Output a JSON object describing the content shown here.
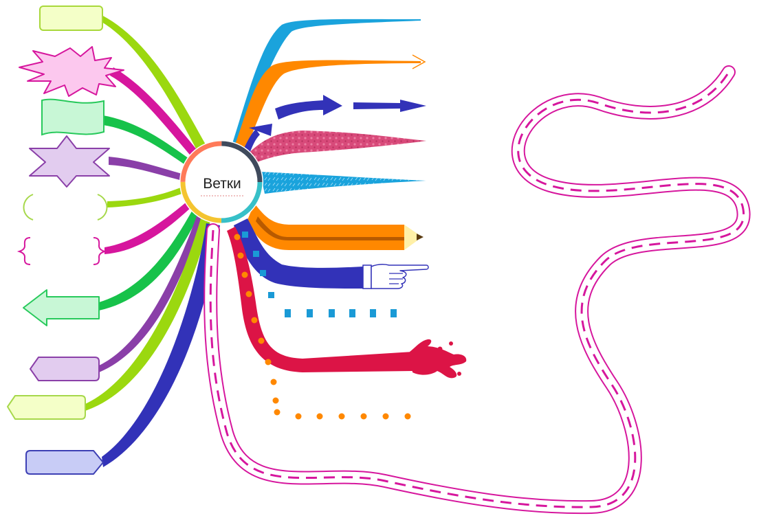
{
  "central_topic": {
    "label": "Ветки",
    "ring_colors": [
      "#37c0c8",
      "#f4c430",
      "#ff7a59",
      "#3f4a5c"
    ]
  },
  "left_nodes": [
    {
      "name": "rounded-rectangle-node",
      "shape": "rounded-rectangle",
      "fill": "#f4ffc8",
      "stroke": "#a8d83a",
      "branch_color": "#9bd80f"
    },
    {
      "name": "starburst-node",
      "shape": "starburst",
      "fill": "#fcc8ee",
      "stroke": "#d6169d",
      "branch_color": "#d6169d"
    },
    {
      "name": "wave-flag-node",
      "shape": "wave-flag",
      "fill": "#c8f7d6",
      "stroke": "#27c95b",
      "branch_color": "#17c24a"
    },
    {
      "name": "hexagram-node",
      "shape": "six-point-star",
      "fill": "#e2ccef",
      "stroke": "#8a3fa8",
      "branch_color": "#8a3fa8"
    },
    {
      "name": "parentheses-node",
      "shape": "parentheses",
      "fill": "none",
      "stroke": "#a6d84a",
      "branch_color": "#9bd80f"
    },
    {
      "name": "curly-braces-node",
      "shape": "curly-braces",
      "fill": "none",
      "stroke": "#d6169d",
      "branch_color": "#d6169d"
    },
    {
      "name": "left-arrow-node",
      "shape": "left-arrow",
      "fill": "#c8f7d6",
      "stroke": "#27c95b",
      "branch_color": "#17c24a"
    },
    {
      "name": "left-pointer-violet-node",
      "shape": "left-pointer",
      "fill": "#e2ccef",
      "stroke": "#8a3fa8",
      "branch_color": "#8a3fa8"
    },
    {
      "name": "left-pointer-lime-node",
      "shape": "left-pointer",
      "fill": "#f4ffc8",
      "stroke": "#a6d84a",
      "branch_color": "#9bd80f"
    },
    {
      "name": "right-pointer-node",
      "shape": "right-pointer",
      "fill": "#c8ccf6",
      "stroke": "#3c3fb4",
      "branch_color": "#3232b8"
    }
  ],
  "right_branches": [
    {
      "name": "tapered-branch",
      "style": "tapered",
      "color": "#1aa3dc"
    },
    {
      "name": "open-arrow-branch",
      "style": "open-arrow",
      "color": "#ff8800"
    },
    {
      "name": "arrow-chain-branch",
      "style": "arrows",
      "color": "#3232b8"
    },
    {
      "name": "patterned-branch",
      "style": "dotted-pattern",
      "color": "#d84a7a"
    },
    {
      "name": "textured-branch",
      "style": "texture",
      "color": "#1aa3dc"
    },
    {
      "name": "pencil-branch",
      "style": "pencil",
      "color": "#ff8800"
    },
    {
      "name": "pointing-hand-branch",
      "style": "pointing-hand",
      "color": "#3232b8"
    },
    {
      "name": "square-dash-branch",
      "style": "square-dashes",
      "color": "#1a9ad6"
    },
    {
      "name": "splash-branch",
      "style": "splash",
      "color": "#dc1446"
    },
    {
      "name": "dotted-branch",
      "style": "dots",
      "color": "#ff8800"
    },
    {
      "name": "road-branch",
      "style": "road",
      "color": "#d6169d"
    }
  ]
}
